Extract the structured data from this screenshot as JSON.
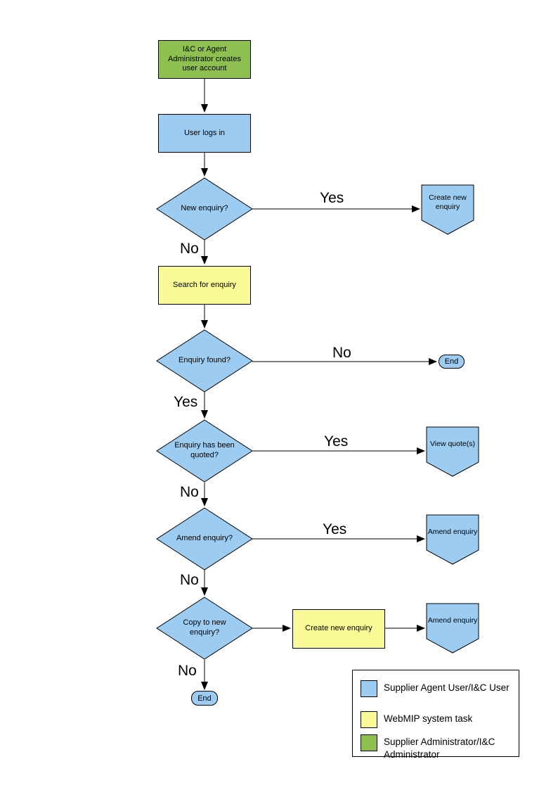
{
  "colors": {
    "user_blue": "#9CCCF2",
    "system_yellow": "#FAFA96",
    "admin_green": "#8DC04E",
    "line": "#000000"
  },
  "nodes": {
    "create_account": {
      "label": "I&C or Agent Administrator creates user account"
    },
    "user_logs_in": {
      "label": "User logs in"
    },
    "new_enquiry": {
      "label": "New enquiry?"
    },
    "create_new_enquiry_offpage": {
      "label": "Create new enquiry"
    },
    "search_for_enquiry": {
      "label": "Search for enquiry"
    },
    "enquiry_found": {
      "label": "Enquiry found?"
    },
    "end_right": {
      "label": "End"
    },
    "enquiry_quoted": {
      "label": "Enquiry has been quoted?"
    },
    "view_quotes": {
      "label": "View quote(s)"
    },
    "amend_enquiry_q": {
      "label": "Amend enquiry?"
    },
    "amend_enquiry_1": {
      "label": "Amend enquiry"
    },
    "copy_to_new_enquiry": {
      "label": "Copy to new enquiry?"
    },
    "create_new_enquiry_task": {
      "label": "Create new enquiry"
    },
    "amend_enquiry_2": {
      "label": "Amend enquiry"
    },
    "end_bottom": {
      "label": "End"
    }
  },
  "edge_labels": {
    "new_enquiry_yes": "Yes",
    "new_enquiry_no": "No",
    "enquiry_found_no": "No",
    "enquiry_found_yes": "Yes",
    "quoted_yes": "Yes",
    "quoted_no": "No",
    "amend_yes": "Yes",
    "amend_no": "No",
    "copy_no": "No"
  },
  "legend": {
    "items": [
      {
        "label": "Supplier Agent User/I&C User",
        "color": "#9CCCF2"
      },
      {
        "label": "WebMIP system task",
        "color": "#FAFA96"
      },
      {
        "label": "Supplier Administrator/I&C Administrator",
        "color": "#8DC04E"
      }
    ]
  }
}
